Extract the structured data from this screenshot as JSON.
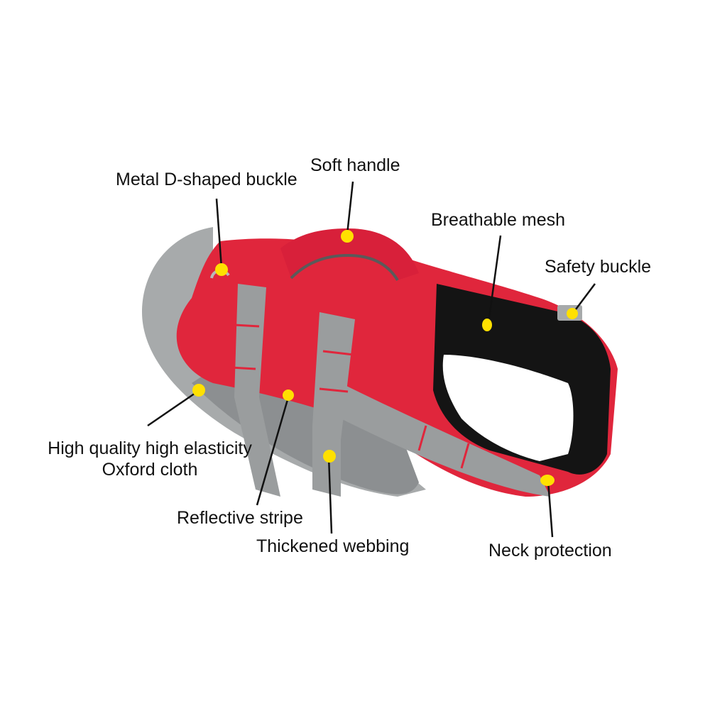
{
  "diagram": {
    "subject": "Dog life vest",
    "colors": {
      "vest_red": "#e0263c",
      "vest_red_dark": "#b81c30",
      "vest_gray": "#9a9d9e",
      "mesh_gray": "#8c8f91",
      "lining_black": "#141414",
      "marker_yellow": "#ffe000",
      "leader_line": "#111111",
      "background": "#ffffff"
    },
    "callouts": [
      {
        "id": "metal-d-buckle",
        "label": "Metal D-shaped buckle"
      },
      {
        "id": "soft-handle",
        "label": "Soft handle"
      },
      {
        "id": "breathable-mesh",
        "label": "Breathable mesh"
      },
      {
        "id": "safety-buckle",
        "label": "Safety buckle"
      },
      {
        "id": "oxford-cloth",
        "label_line1": "High quality high elasticity",
        "label_line2": "Oxford cloth"
      },
      {
        "id": "reflective-stripe",
        "label": "Reflective stripe"
      },
      {
        "id": "thickened-webbing",
        "label": "Thickened webbing"
      },
      {
        "id": "neck-protection",
        "label": "Neck protection"
      }
    ]
  }
}
